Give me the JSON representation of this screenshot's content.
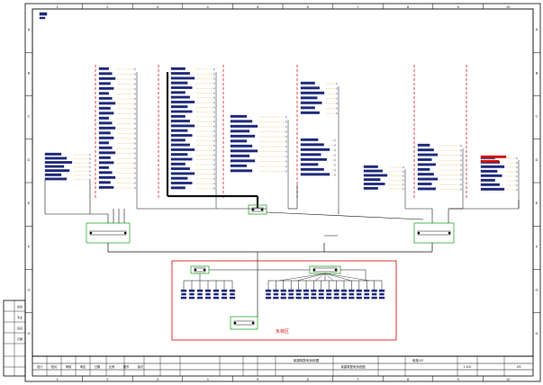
{
  "colors": {
    "frame": "#000000",
    "text": "#1f2a7a",
    "trunk": "#111111",
    "dashed": "#e02020",
    "redbox": "#e02020",
    "device": "#2eaa2e",
    "lead": "#d4a020"
  },
  "zone_numbers": [
    "1",
    "2",
    "3",
    "4",
    "5",
    "6",
    "7",
    "8",
    "9",
    "10"
  ],
  "zone_letters": [
    "A",
    "B",
    "C",
    "D",
    "E",
    "F",
    "G",
    "H"
  ],
  "red_zone_label": "负荷区",
  "title_block": {
    "drawing_title": "某建筑配电系统图",
    "drawing_no": "电施-02",
    "scale": "1:100",
    "sheet": "2/5",
    "cells": [
      "设计",
      "校对",
      "审核",
      "审定",
      "日期",
      "比例",
      "图号",
      "版次"
    ]
  },
  "left_block": [
    "会签",
    "专业",
    "签名",
    "日期"
  ]
}
